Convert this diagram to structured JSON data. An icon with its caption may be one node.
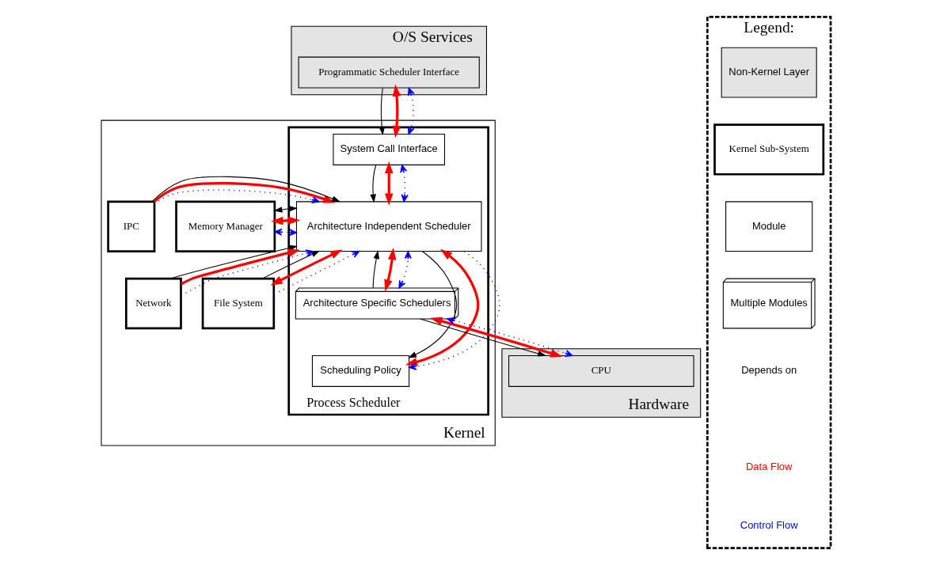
{
  "diagram": {
    "nodes": [
      {
        "text": [
          "O/S Services"
        ]
      },
      {
        "text": [
          "Kernel"
        ]
      },
      {
        "text": [
          "Hardware"
        ]
      },
      {
        "text": [
          "Programmatic Scheduler Interface"
        ],
        "in": 0
      },
      {
        "text": [
          "Process Scheduler"
        ],
        "in": 1
      },
      {
        "text": [
          "System Call Interface"
        ],
        "in": 4
      },
      {
        "text": [
          "Architecture Independent Scheduler"
        ],
        "in": 4
      },
      {
        "text": [
          "Architecture Specific Schedulers"
        ],
        "in": 4
      },
      {
        "text": [
          "Scheduling Policy"
        ],
        "in": 4
      },
      {
        "text": [
          "Memory Manager"
        ],
        "in": 1
      },
      {
        "text": [
          "File System"
        ],
        "in": 1
      },
      {
        "text": [
          "IPC"
        ],
        "in": 1
      },
      {
        "text": [
          "Network"
        ],
        "in": 1
      },
      {
        "text": [
          "CPU"
        ],
        "in": 2
      },
      {
        "text": [
          "Legend:"
        ]
      },
      {
        "text": [
          "Non-Kernel Layer"
        ],
        "in": 14
      },
      {
        "text": [
          "Kernel Sub-System"
        ],
        "in": 14
      },
      {
        "text": [
          "Module"
        ],
        "in": 14
      },
      {
        "text": [
          "Multiple Modules"
        ],
        "in": 14
      }
    ],
    "edges": [
      {
        "from": 3,
        "to": 5,
        "arrow": "to"
      },
      {
        "from": 3,
        "to": 5,
        "arrow": "both",
        "style": "thick",
        "color": "#ff0000"
      },
      {
        "from": 3,
        "to": 5,
        "arrow": "both",
        "style": "dashed",
        "color": "#0000ff"
      },
      {
        "from": 5,
        "to": 6,
        "arrow": "to"
      },
      {
        "from": 5,
        "to": 6,
        "arrow": "both",
        "style": "thick",
        "color": "#ff0000"
      },
      {
        "from": 5,
        "to": 6,
        "arrow": "both",
        "style": "dashed",
        "color": "#0000ff"
      },
      {
        "from": 7,
        "to": 6,
        "arrow": "to"
      },
      {
        "from": 7,
        "to": 6,
        "arrow": "both",
        "style": "thick",
        "color": "#ff0000"
      },
      {
        "from": 7,
        "to": 6,
        "arrow": "both",
        "style": "dashed",
        "color": "#0000ff"
      },
      {
        "from": 6,
        "to": 8,
        "arrow": "to"
      },
      {
        "from": 6,
        "to": 8,
        "arrow": "both",
        "style": "thick",
        "color": "#ff0000"
      },
      {
        "from": 6,
        "to": 8,
        "arrow": "to",
        "style": "dashed",
        "color": "#0000ff"
      },
      {
        "from": 9,
        "to": 6,
        "arrow": "both",
        "style": "dashed",
        "color": "#0000ff"
      },
      {
        "from": 9,
        "to": 6,
        "arrow": "both",
        "style": "thick",
        "color": "#ff0000"
      },
      {
        "from": 9,
        "to": 6,
        "arrow": "both"
      },
      {
        "from": 10,
        "to": 6,
        "arrow": "to"
      },
      {
        "from": 10,
        "to": 6,
        "arrow": "both",
        "style": "thick",
        "color": "#ff0000"
      },
      {
        "from": 10,
        "to": 6,
        "arrow": "to",
        "style": "dashed",
        "color": "#0000ff"
      },
      {
        "from": 11,
        "to": 6,
        "arrow": "to",
        "style": "dashed",
        "color": "#0000ff"
      },
      {
        "from": 11,
        "to": 6,
        "arrow": "to",
        "style": "thick",
        "color": "#ff0000"
      },
      {
        "from": 11,
        "to": 6,
        "arrow": "to"
      },
      {
        "from": 12,
        "to": 6,
        "arrow": "to"
      },
      {
        "from": 12,
        "to": 6,
        "arrow": "to",
        "style": "thick",
        "color": "#ff0000"
      },
      {
        "from": 12,
        "to": 6,
        "arrow": "to",
        "style": "dashed",
        "color": "#0000ff"
      },
      {
        "from": 7,
        "to": 13,
        "arrow": "to"
      },
      {
        "from": 7,
        "to": 13,
        "arrow": "both",
        "style": "thick",
        "color": "#ff0000"
      },
      {
        "from": 7,
        "to": 13,
        "arrow": "both",
        "style": "dashed",
        "color": "#0000ff"
      }
    ],
    "legend": [
      {
        "text": "Depends on"
      },
      {
        "text": "Data Flow"
      },
      {
        "text": "Control Flow"
      }
    ]
  }
}
